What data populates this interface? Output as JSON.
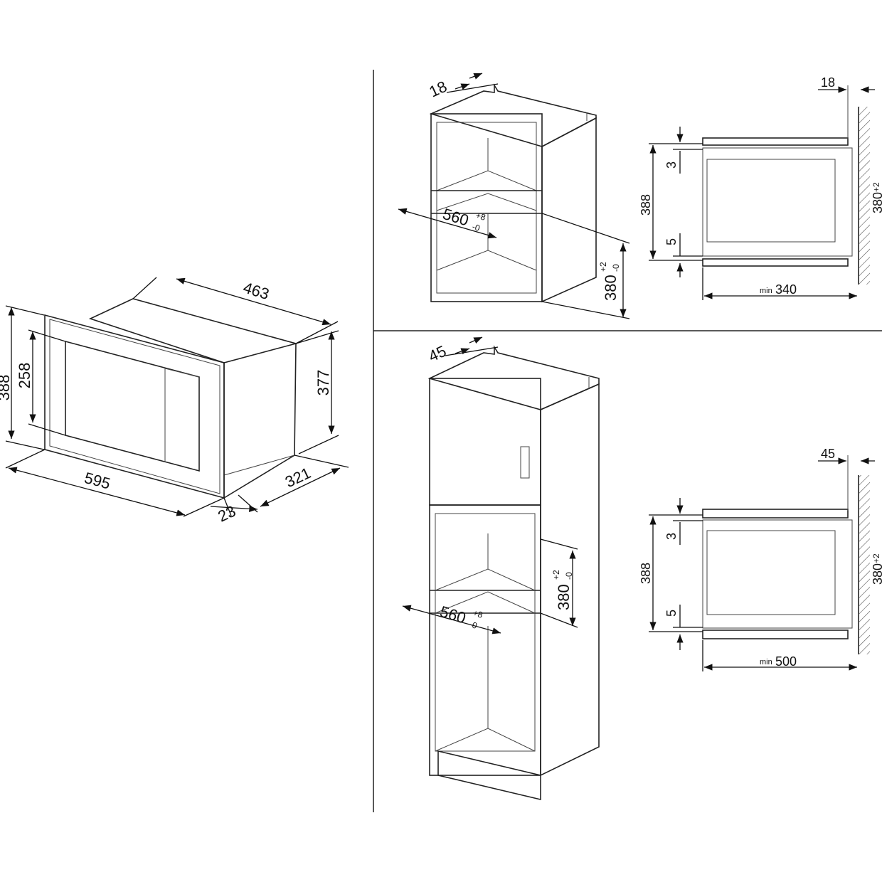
{
  "microwave": {
    "width": "595",
    "height": "388",
    "depth": "463",
    "glass_height": "258",
    "body_height": "377",
    "frame_depth": "23",
    "body_depth": "321"
  },
  "wall_cabinet": {
    "cabinet_depth_offset": "18",
    "niche_width": "560",
    "niche_width_tol_plus": "+8",
    "niche_width_tol_minus": "-0",
    "niche_height": "380",
    "niche_height_tol_plus": "+2",
    "niche_height_tol_minus": "-0"
  },
  "wall_section": {
    "offset": "18",
    "appliance_height": "388",
    "top_gap": "3",
    "bottom_gap": "5",
    "min_label": "min",
    "min_depth": "340",
    "niche_height": "380",
    "niche_height_tol": "+2"
  },
  "tall_cabinet": {
    "cabinet_depth_offset": "45",
    "niche_width": "560",
    "niche_width_tol_plus": "+8",
    "niche_width_tol_minus": "-0",
    "niche_height": "380",
    "niche_height_tol_plus": "+2",
    "niche_height_tol_minus": "-0"
  },
  "tall_section": {
    "offset": "45",
    "appliance_height": "388",
    "top_gap": "3",
    "bottom_gap": "5",
    "min_label": "min",
    "min_depth": "500",
    "niche_height": "380",
    "niche_height_tol": "+2"
  }
}
